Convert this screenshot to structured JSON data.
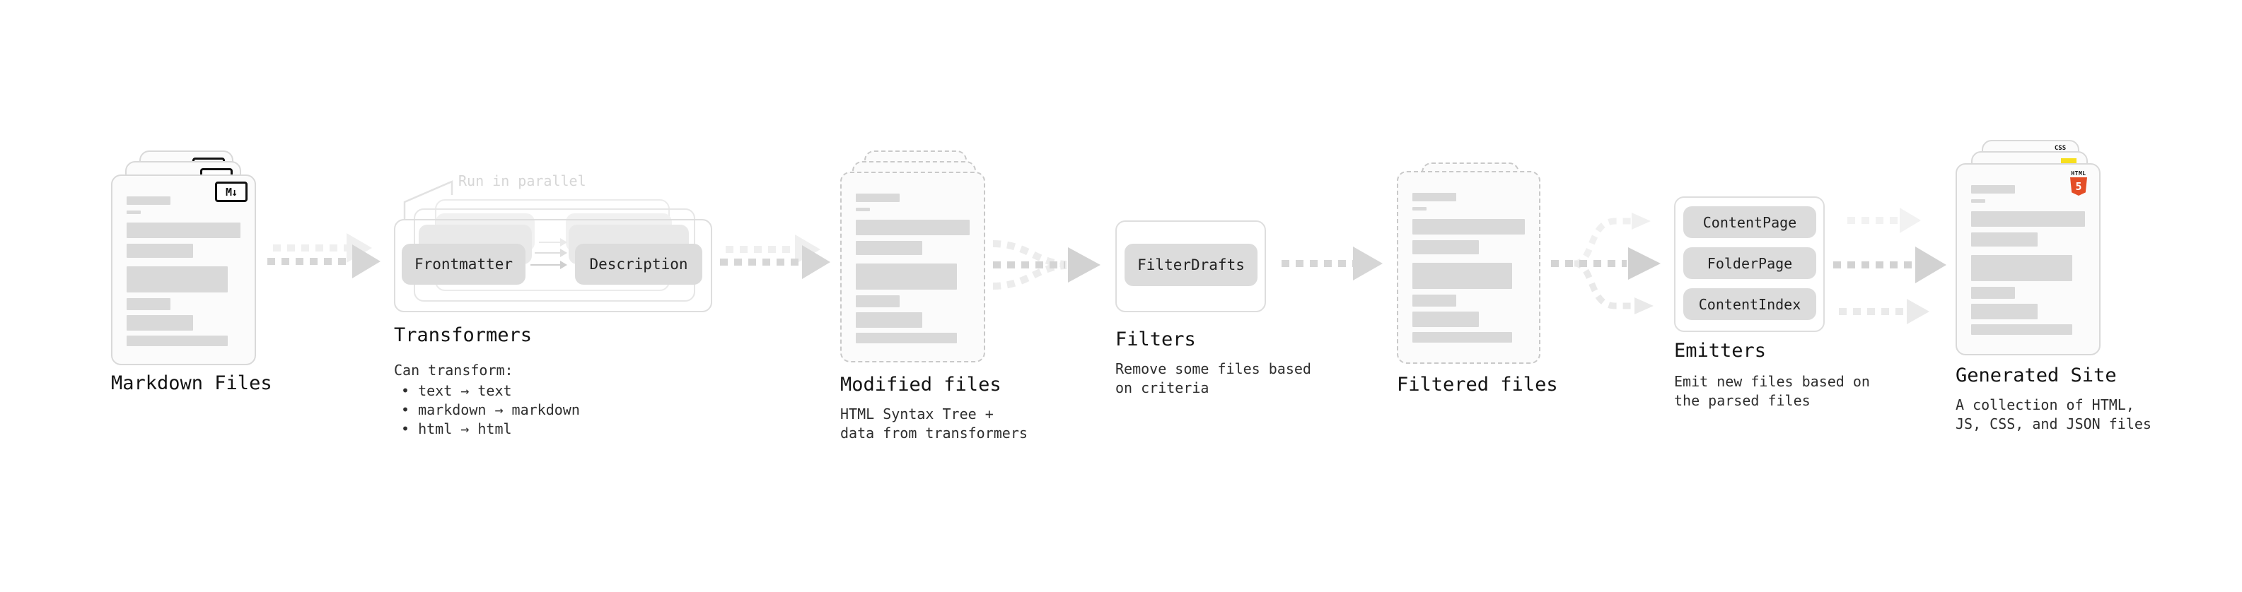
{
  "markdown": {
    "title": "Markdown Files",
    "badge": "M↓"
  },
  "transformers": {
    "title": "Transformers",
    "annotation": "Run in parallel",
    "pill_frontmatter": "Frontmatter",
    "pill_description": "Description",
    "heading": "Can transform:",
    "bullets": [
      "• text → text",
      "• markdown → markdown",
      "• html → html"
    ]
  },
  "modified": {
    "title": "Modified files",
    "desc1": "HTML Syntax Tree +",
    "desc2": "data from transformers"
  },
  "filters": {
    "title": "Filters",
    "pill": "FilterDrafts",
    "desc1": "Remove some files based",
    "desc2": "on criteria"
  },
  "filtered": {
    "title": "Filtered files"
  },
  "emitters": {
    "title": "Emitters",
    "pills": [
      "ContentPage",
      "FolderPage",
      "ContentIndex"
    ],
    "desc1": "Emit new files based on",
    "desc2": "the parsed files"
  },
  "generated": {
    "title": "Generated Site",
    "desc1": "A collection of HTML,",
    "desc2": "JS, CSS, and JSON files",
    "badge_css": "CSS",
    "badge_html_label": "HTML",
    "badge_html_number": "5"
  },
  "colors": {
    "html5_orange": "#e44d26",
    "js_yellow": "#f7df1e",
    "css_blue": "#2962ff"
  },
  "icons": [
    "markdown-icon",
    "html5-icon",
    "js-icon",
    "css-icon",
    "dashed-arrow-icon"
  ]
}
